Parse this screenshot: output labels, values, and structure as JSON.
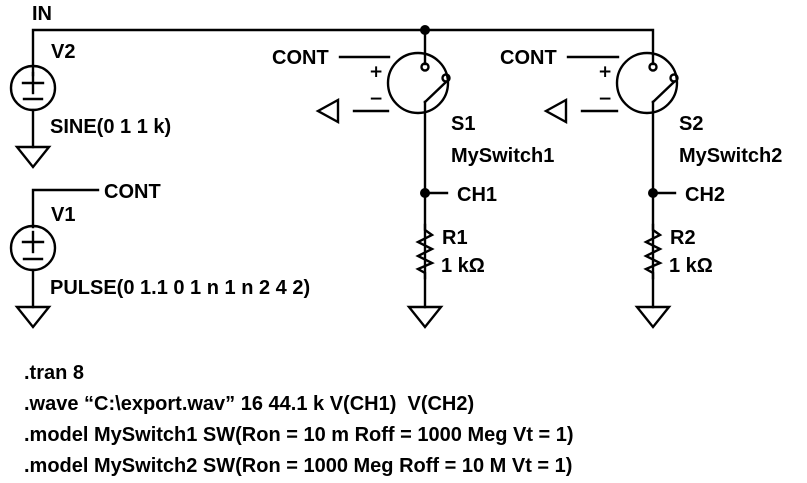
{
  "nets": {
    "in": "IN",
    "cont_v1": "CONT",
    "cont_s1": "CONT",
    "cont_s2": "CONT",
    "ch1": "CH1",
    "ch2": "CH2"
  },
  "components": {
    "v2": {
      "name": "V2",
      "value": "SINE(0 1 1 k)"
    },
    "v1": {
      "name": "V1",
      "value": "PULSE(0 1.1 0 1 n 1 n 2 4 2)"
    },
    "s1": {
      "name": "S1",
      "model": "MySwitch1"
    },
    "s2": {
      "name": "S2",
      "model": "MySwitch2"
    },
    "r1": {
      "name": "R1",
      "value": "1 kΩ"
    },
    "r2": {
      "name": "R2",
      "value": "1 kΩ"
    }
  },
  "symbols": {
    "plus": "+",
    "minus": "−"
  },
  "directives": [
    ".tran 8",
    ".wave “C:\\export.wav” 16 44.1 k V(CH1)  V(CH2)",
    ".model MySwitch1 SW(Ron = 10 m Roff = 1000 Meg Vt = 1)",
    ".model MySwitch2 SW(Ron = 1000 Meg Roff = 10 M Vt = 1)"
  ]
}
